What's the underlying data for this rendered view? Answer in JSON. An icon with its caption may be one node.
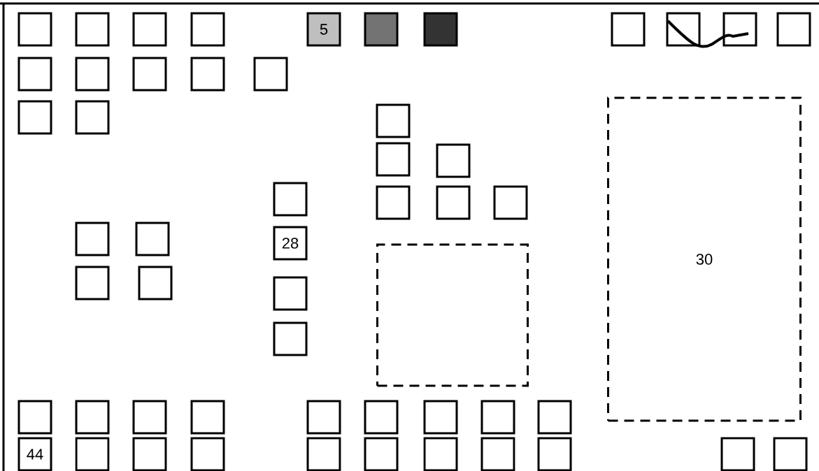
{
  "diagram": {
    "nodes": [
      {
        "text": [],
        "shape": "box"
      },
      {
        "text": [],
        "shape": "box"
      },
      {
        "text": [],
        "shape": "box"
      },
      {
        "text": [],
        "shape": "box"
      },
      {
        "text": [
          "5"
        ]
      },
      {
        "text": [],
        "shape": "box"
      },
      {
        "text": [],
        "shape": "box"
      },
      {
        "text": [],
        "shape": "box"
      },
      {
        "text": [],
        "shape": "box"
      },
      {
        "text": [],
        "shape": "box"
      },
      {
        "text": [],
        "shape": "box"
      },
      {
        "text": [],
        "shape": "box"
      },
      {
        "text": [],
        "shape": "box"
      },
      {
        "text": [],
        "shape": "box"
      },
      {
        "text": [],
        "shape": "box"
      },
      {
        "text": [],
        "shape": "box"
      },
      {
        "text": [
          "30"
        ]
      },
      {
        "text": [],
        "shape": "box"
      },
      {
        "text": [],
        "shape": "box"
      },
      {
        "text": [],
        "shape": "box"
      },
      {
        "text": [],
        "shape": "box"
      },
      {
        "text": [],
        "shape": "box"
      },
      {
        "text": [],
        "shape": "box"
      },
      {
        "text": [],
        "shape": "box"
      },
      {
        "text": [],
        "shape": "box"
      },
      {
        "text": [],
        "shape": "box"
      },
      {
        "text": [],
        "shape": "box"
      },
      {
        "text": [],
        "shape": "box"
      },
      {
        "text": [
          "28"
        ]
      },
      {
        "text": [],
        "shape": "box"
      },
      {
        "text": [],
        "shape": "box"
      },
      {
        "text": [],
        "shape": "box"
      },
      {
        "text": [],
        "shape": "box"
      },
      {
        "text": [],
        "shape": "box"
      },
      {
        "text": [],
        "shape": "box"
      },
      {
        "text": [],
        "shape": "box"
      },
      {
        "text": [],
        "shape": "box"
      },
      {
        "text": [],
        "shape": "box"
      },
      {
        "text": [],
        "shape": "box"
      },
      {
        "text": [],
        "shape": "box"
      },
      {
        "text": [],
        "shape": "box"
      },
      {
        "text": [],
        "shape": "box"
      },
      {
        "text": [],
        "shape": "box"
      },
      {
        "text": [
          "44"
        ]
      },
      {
        "text": [],
        "shape": "box"
      },
      {
        "text": [],
        "shape": "box"
      },
      {
        "text": [],
        "shape": "box"
      },
      {
        "text": [],
        "shape": "box"
      },
      {
        "text": [],
        "shape": "box"
      },
      {
        "text": [],
        "shape": "box"
      },
      {
        "text": [],
        "shape": "box"
      },
      {
        "text": [],
        "shape": "box"
      },
      {
        "text": [],
        "shape": "box"
      },
      {
        "text": [],
        "shape": "box"
      }
    ]
  }
}
